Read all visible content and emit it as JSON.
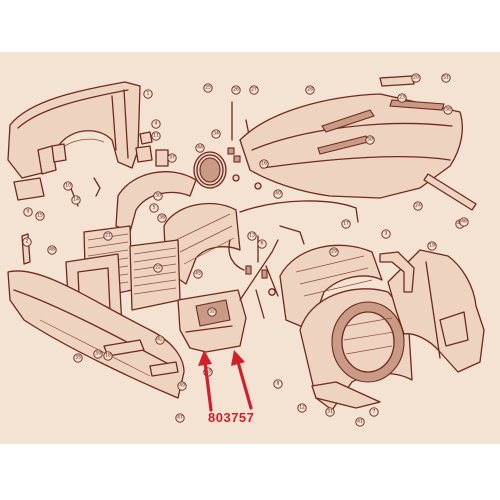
{
  "diagram": {
    "type": "exploded-view",
    "highlighted_part_number": "803757",
    "side_code": "",
    "palette": {
      "paper": "#f4e2d2",
      "line": "#6e2a1f",
      "arrow": "#d2202a"
    },
    "callouts": [
      "1",
      "2",
      "3",
      "4",
      "5",
      "6",
      "7",
      "8",
      "9",
      "10",
      "11",
      "12",
      "13",
      "14",
      "15",
      "16",
      "17",
      "18",
      "19",
      "20",
      "21",
      "22",
      "23",
      "24",
      "25",
      "26",
      "27",
      "28",
      "29",
      "30",
      "31",
      "32",
      "33",
      "34",
      "35",
      "36",
      "37",
      "38",
      "39",
      "40",
      "41",
      "42",
      "43",
      "44",
      "45",
      "46",
      "47",
      "48",
      "49",
      "50",
      "51"
    ]
  }
}
